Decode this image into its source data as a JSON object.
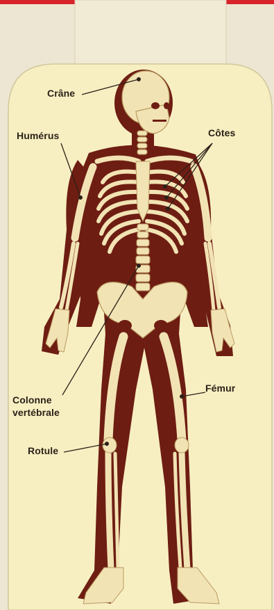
{
  "colors": {
    "card": "#f7efc2",
    "body": "#6e1d12",
    "bone": "#f2e3b4",
    "bone_shadow": "#b99a62",
    "label_text": "#2b2118",
    "outer_background": "#ece6d2",
    "top_strip": "#d8232a"
  },
  "labels": {
    "crane": "Crâne",
    "humerus": "Humérus",
    "cotes": "Côtes",
    "colonne_line1": "Colonne",
    "colonne_line2": "vertébrale",
    "femur": "Fémur",
    "rotule": "Rotule"
  }
}
